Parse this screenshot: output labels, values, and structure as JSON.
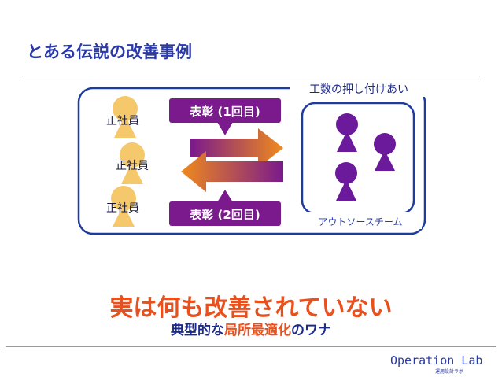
{
  "title": "とある伝説の改善事例",
  "employees": [
    "正社員",
    "正社員",
    "正社員"
  ],
  "award_top": "表彰 (1回目)",
  "award_bottom": "表彰 (2回目)",
  "team_top_label": "工数の押し付けあい",
  "team_bottom_label": "アウトソースチーム",
  "headline": "実は何も改善されていない",
  "subline": {
    "prefix": "典型的な",
    "highlight": "局所最適化",
    "suffix": "のワナ"
  },
  "footer": {
    "main": "Operation Lab",
    "sub": "運用設計ラボ"
  },
  "colors": {
    "title": "#2a3aa8",
    "accent": "#e8501e",
    "frame": "#1e3ca0",
    "person_employee": "#f5c96b",
    "person_outsource": "#6a1a9a",
    "callout": "#7a1a8c"
  }
}
